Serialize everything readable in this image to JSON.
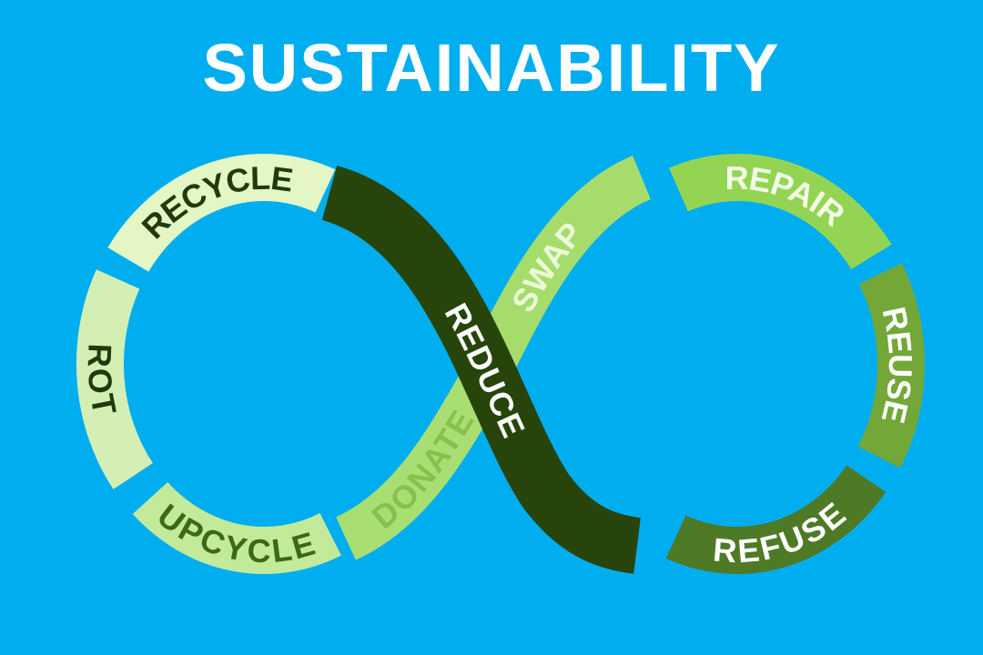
{
  "title": "SUSTAINABILITY",
  "segments": {
    "recycle": {
      "label": "RECYCLE",
      "fill": "#e3f6c4",
      "text": "#1f3a0c"
    },
    "rot": {
      "label": "ROT",
      "fill": "#d4efb4",
      "text": "#1f3a0c"
    },
    "upcycle": {
      "label": "UPCYCLE",
      "fill": "#c3e99a",
      "text": "#3c6a14"
    },
    "donate": {
      "label": "DONATE",
      "fill": "#a9de72",
      "text": "#86c04e"
    },
    "swap": {
      "label": "SWAP",
      "fill": "#a6dc6c",
      "text": "#ebfad8"
    },
    "repair": {
      "label": "REPAIR",
      "fill": "#93d553",
      "text": "#f2fbe6"
    },
    "reuse": {
      "label": "REUSE",
      "fill": "#73a838",
      "text": "#ffffff"
    },
    "refuse": {
      "label": "REFUSE",
      "fill": "#4e7a26",
      "text": "#ffffff"
    },
    "reduce": {
      "label": "REDUCE",
      "fill": "#27450b",
      "text": "#ffffff"
    }
  },
  "background": "#00aeef"
}
